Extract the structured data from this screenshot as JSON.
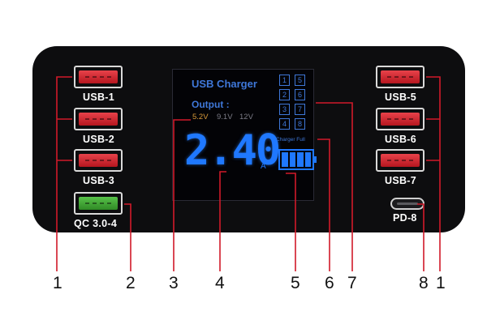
{
  "colors": {
    "callout": "#d11a2a",
    "lcd_blue": "#1f78ff",
    "panel": "#0d0d0f"
  },
  "ports": {
    "usb1": "USB-1",
    "usb2": "USB-2",
    "usb3": "USB-3",
    "qc": "QC 3.0-4",
    "usb5": "USB-5",
    "usb6": "USB-6",
    "usb7": "USB-7",
    "pd": "PD-8"
  },
  "lcd": {
    "title": "USB Charger",
    "output_label": "Output :",
    "voltages": [
      "5.2V",
      "9.1V",
      "12V"
    ],
    "port_numbers": [
      "1",
      "5",
      "2",
      "6",
      "3",
      "7",
      "4",
      "8"
    ],
    "readout": "2.40",
    "unit": "A",
    "charger_full": "Charger Full",
    "battery_level": 1.0
  },
  "callouts": [
    "1",
    "2",
    "3",
    "4",
    "5",
    "6",
    "7",
    "8",
    "1"
  ]
}
